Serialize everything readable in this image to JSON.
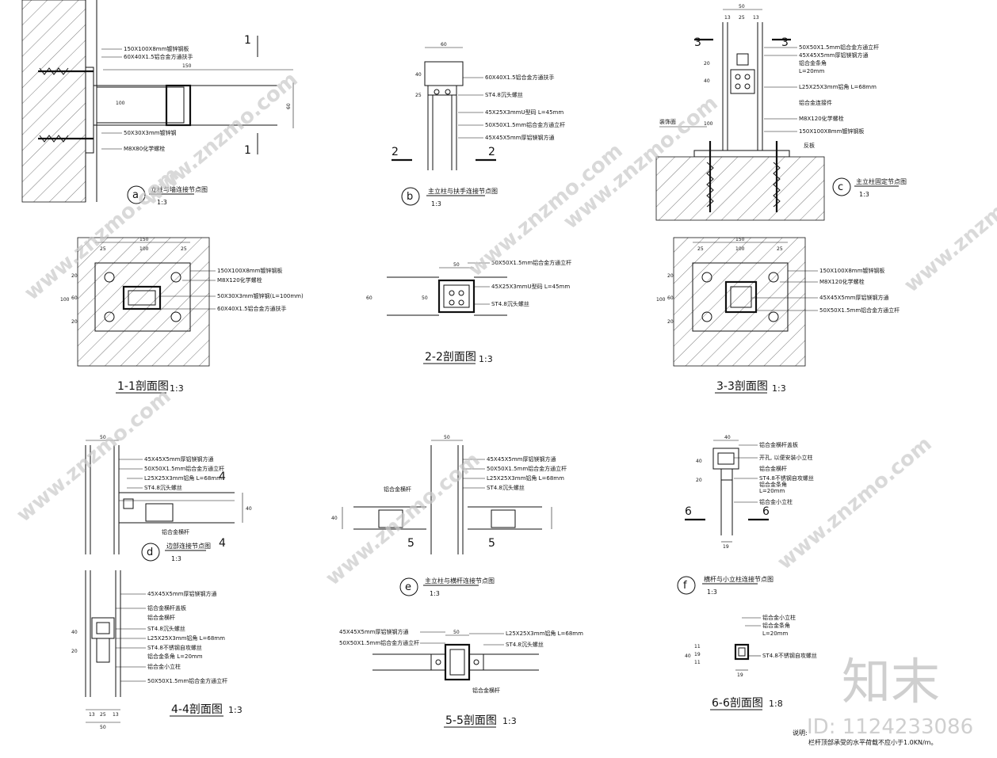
{
  "details": {
    "a": {
      "letter": "a",
      "title": "立柱与墙连接节点图",
      "scale": "1:3",
      "labels": [
        "150X100X8mm镀锌钢板",
        "60X40X1.5铝合金方通扶手",
        "50X30X3mm镀锌钢",
        "M8X80化学螺栓"
      ],
      "dims": [
        "100",
        "150",
        "60"
      ],
      "cut": "1"
    },
    "b": {
      "letter": "b",
      "title": "主立柱与扶手连接节点图",
      "scale": "1:3",
      "labels": [
        "60X40X1.5铝合金方通扶手",
        "ST4.8沉头螺丝",
        "45X25X3mmU型码 L=45mm",
        "50X50X1.5mm铝合金方通立杆",
        "45X45X5mm厚铝镁钢方通"
      ],
      "dims": [
        "60",
        "40",
        "25"
      ],
      "cut": "2"
    },
    "c": {
      "letter": "c",
      "title": "主立柱固定节点图",
      "scale": "1:3",
      "labels": [
        "50X50X1.5mm铝合金方通立杆",
        "45X45X5mm厚铝镁钢方通",
        "铝合金条角",
        "L=20mm",
        "L25X25X3mm铝角 L=68mm",
        "铝合金连接件",
        "M8X120化学螺栓",
        "150X100X8mm镀锌钢板",
        "装饰面",
        "反板"
      ],
      "dims": [
        "50",
        "13",
        "25",
        "13",
        "20",
        "40",
        "100"
      ],
      "cut": "3"
    }
  },
  "sections": {
    "s11": {
      "title": "1-1剖面图",
      "scale": "1:3",
      "labels": [
        "150X100X8mm镀锌钢板",
        "M8X120化学螺栓",
        "50X30X3mm镀锌钢(L=100mm)",
        "60X40X1.5铝合金方通扶手"
      ],
      "dims": [
        "150",
        "25",
        "100",
        "25",
        "20",
        "60",
        "20",
        "100"
      ]
    },
    "s22": {
      "title": "2-2剖面图",
      "scale": "1:3",
      "labels": [
        "50X50X1.5mm铝合金方通立杆",
        "45X25X3mmU型码 L=45mm",
        "ST4.8沉头螺丝"
      ],
      "dims": [
        "50",
        "60",
        "50"
      ]
    },
    "s33": {
      "title": "3-3剖面图",
      "scale": "1:3",
      "labels": [
        "150X100X8mm镀锌钢板",
        "M8X120化学螺栓",
        "45X45X5mm厚铝镁钢方通",
        "50X50X1.5mm铝合金方通立杆"
      ],
      "dims": [
        "150",
        "25",
        "100",
        "25",
        "20",
        "60",
        "20",
        "100"
      ]
    },
    "d": {
      "letter": "d",
      "title": "边部连接节点图",
      "scale": "1:3",
      "labels": [
        "45X45X5mm厚铝镁钢方通",
        "50X50X1.5mm铝合金方通立杆",
        "L25X25X3mm铝角 L=68mm",
        "ST4.8沉头螺丝",
        "铝合金横杆"
      ],
      "dims": [
        "50",
        "40"
      ],
      "cut": "4"
    },
    "e": {
      "letter": "e",
      "title": "主立柱与横杆连接节点图",
      "scale": "1:3",
      "labels": [
        "45X45X5mm厚铝镁钢方通",
        "50X50X1.5mm铝合金方通立杆",
        "L25X25X3mm铝角 L=68mm",
        "ST4.8沉头螺丝",
        "铝合金横杆"
      ],
      "dims": [
        "50",
        "40"
      ],
      "cut": "5"
    },
    "f": {
      "letter": "f",
      "title": "横杆与小立柱连接节点图",
      "scale": "1:3",
      "labels": [
        "铝合金横杆盖板",
        "开孔, 以便安装小立柱",
        "铝合金横杆",
        "ST4.8不锈钢自攻螺丝",
        "铝合金条角",
        "L=20mm",
        "铝合金小立柱"
      ],
      "dims": [
        "40",
        "40",
        "20",
        "19"
      ],
      "cut": "6"
    },
    "s44": {
      "title": "4-4剖面图",
      "scale": "1:3",
      "labels": [
        "45X45X5mm厚铝镁钢方通",
        "铝合金横杆盖板",
        "铝合金横杆",
        "ST4.8沉头螺丝",
        "L25X25X3mm铝角 L=68mm",
        "ST4.8不锈钢自攻螺丝",
        "铝合金条角 L=20mm",
        "铝合金小立柱",
        "50X50X1.5mm铝合金方通立杆"
      ],
      "dims": [
        "40",
        "20",
        "13",
        "25",
        "13",
        "50"
      ]
    },
    "s55": {
      "title": "5-5剖面图",
      "scale": "1:3",
      "labels": [
        "45X45X5mm厚铝镁钢方通",
        "50X50X1.5mm铝合金方通立杆",
        "L25X25X3mm铝角 L=68mm",
        "ST4.8沉头螺丝",
        "铝合金横杆"
      ],
      "dims": [
        "50"
      ]
    },
    "s66": {
      "title": "6-6剖面图",
      "scale": "1:8",
      "labels": [
        "铝合金小立柱",
        "铝合金条角",
        "L=20mm",
        "ST4.8不锈钢自攻螺丝"
      ],
      "dims": [
        "40",
        "11",
        "19",
        "11",
        "19"
      ]
    }
  },
  "note": {
    "heading": "说明:",
    "text": "栏杆顶部承受的水平荷载不应小于1.0KN/m。"
  },
  "watermark": {
    "site": "www.znzmo.com",
    "brand": "知末",
    "id_text": "ID: 1124233086"
  },
  "colors": {
    "line": "#111111",
    "watermark": "#c9c9c9"
  }
}
